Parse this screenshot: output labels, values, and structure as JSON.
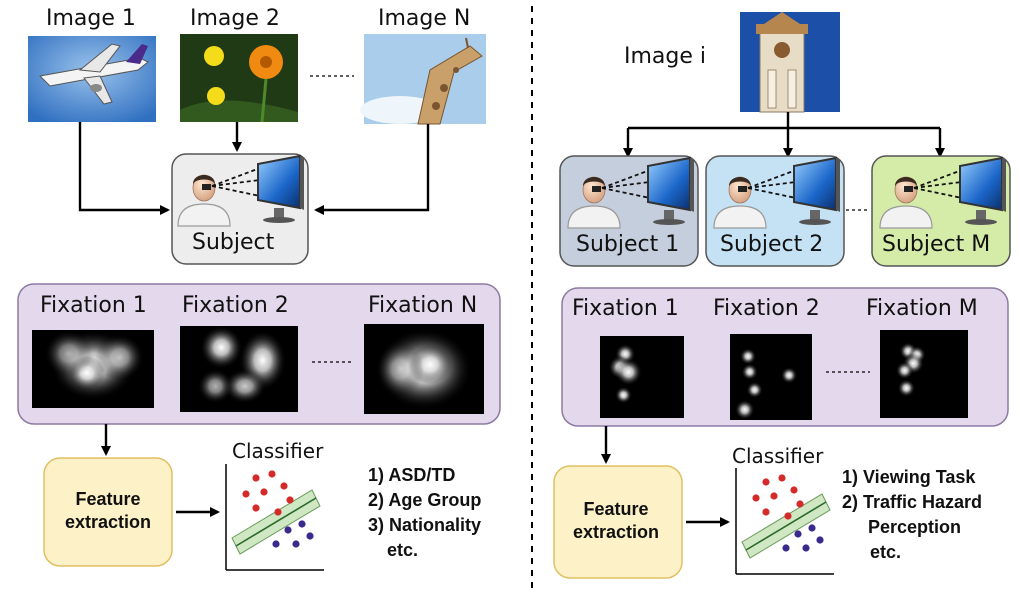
{
  "left_panel": {
    "images": [
      {
        "label": "Image 1",
        "depicts": "airplane"
      },
      {
        "label": "Image 2",
        "depicts": "flowers"
      },
      {
        "label": "Image N",
        "depicts": "giraffe"
      }
    ],
    "subject_label": "Subject",
    "fixations": [
      "Fixation 1",
      "Fixation 2",
      "Fixation N"
    ],
    "feature_box": {
      "line1": "Feature",
      "line2": "extraction"
    },
    "classifier_title": "Classifier",
    "outputs": [
      "1) ASD/TD",
      "2) Age Group",
      "3) Nationality",
      "etc."
    ]
  },
  "right_panel": {
    "image_label": "Image i",
    "image_depicts": "clock-tower",
    "subjects": [
      {
        "label": "Subject 1",
        "color": "#c5cedd"
      },
      {
        "label": "Subject 2",
        "color": "#c5e2f4"
      },
      {
        "label": "Subject M",
        "color": "#d5eca9"
      }
    ],
    "fixations": [
      "Fixation 1",
      "Fixation 2",
      "Fixation M"
    ],
    "feature_box": {
      "line1": "Feature",
      "line2": "extraction"
    },
    "classifier_title": "Classifier",
    "outputs": [
      "1) Viewing Task",
      "2) Traffic Hazard",
      "Perception",
      "etc."
    ]
  },
  "colors": {
    "fixation_panel": "#e4d9ec",
    "fixation_border": "#8d7aa3",
    "feature_box": "#fcf1c7",
    "feature_border": "#e0c064",
    "subject_box": "#ededed",
    "red_points": "#d42a2a",
    "blue_points": "#3a2a8c",
    "band": "#cfe7c2"
  }
}
